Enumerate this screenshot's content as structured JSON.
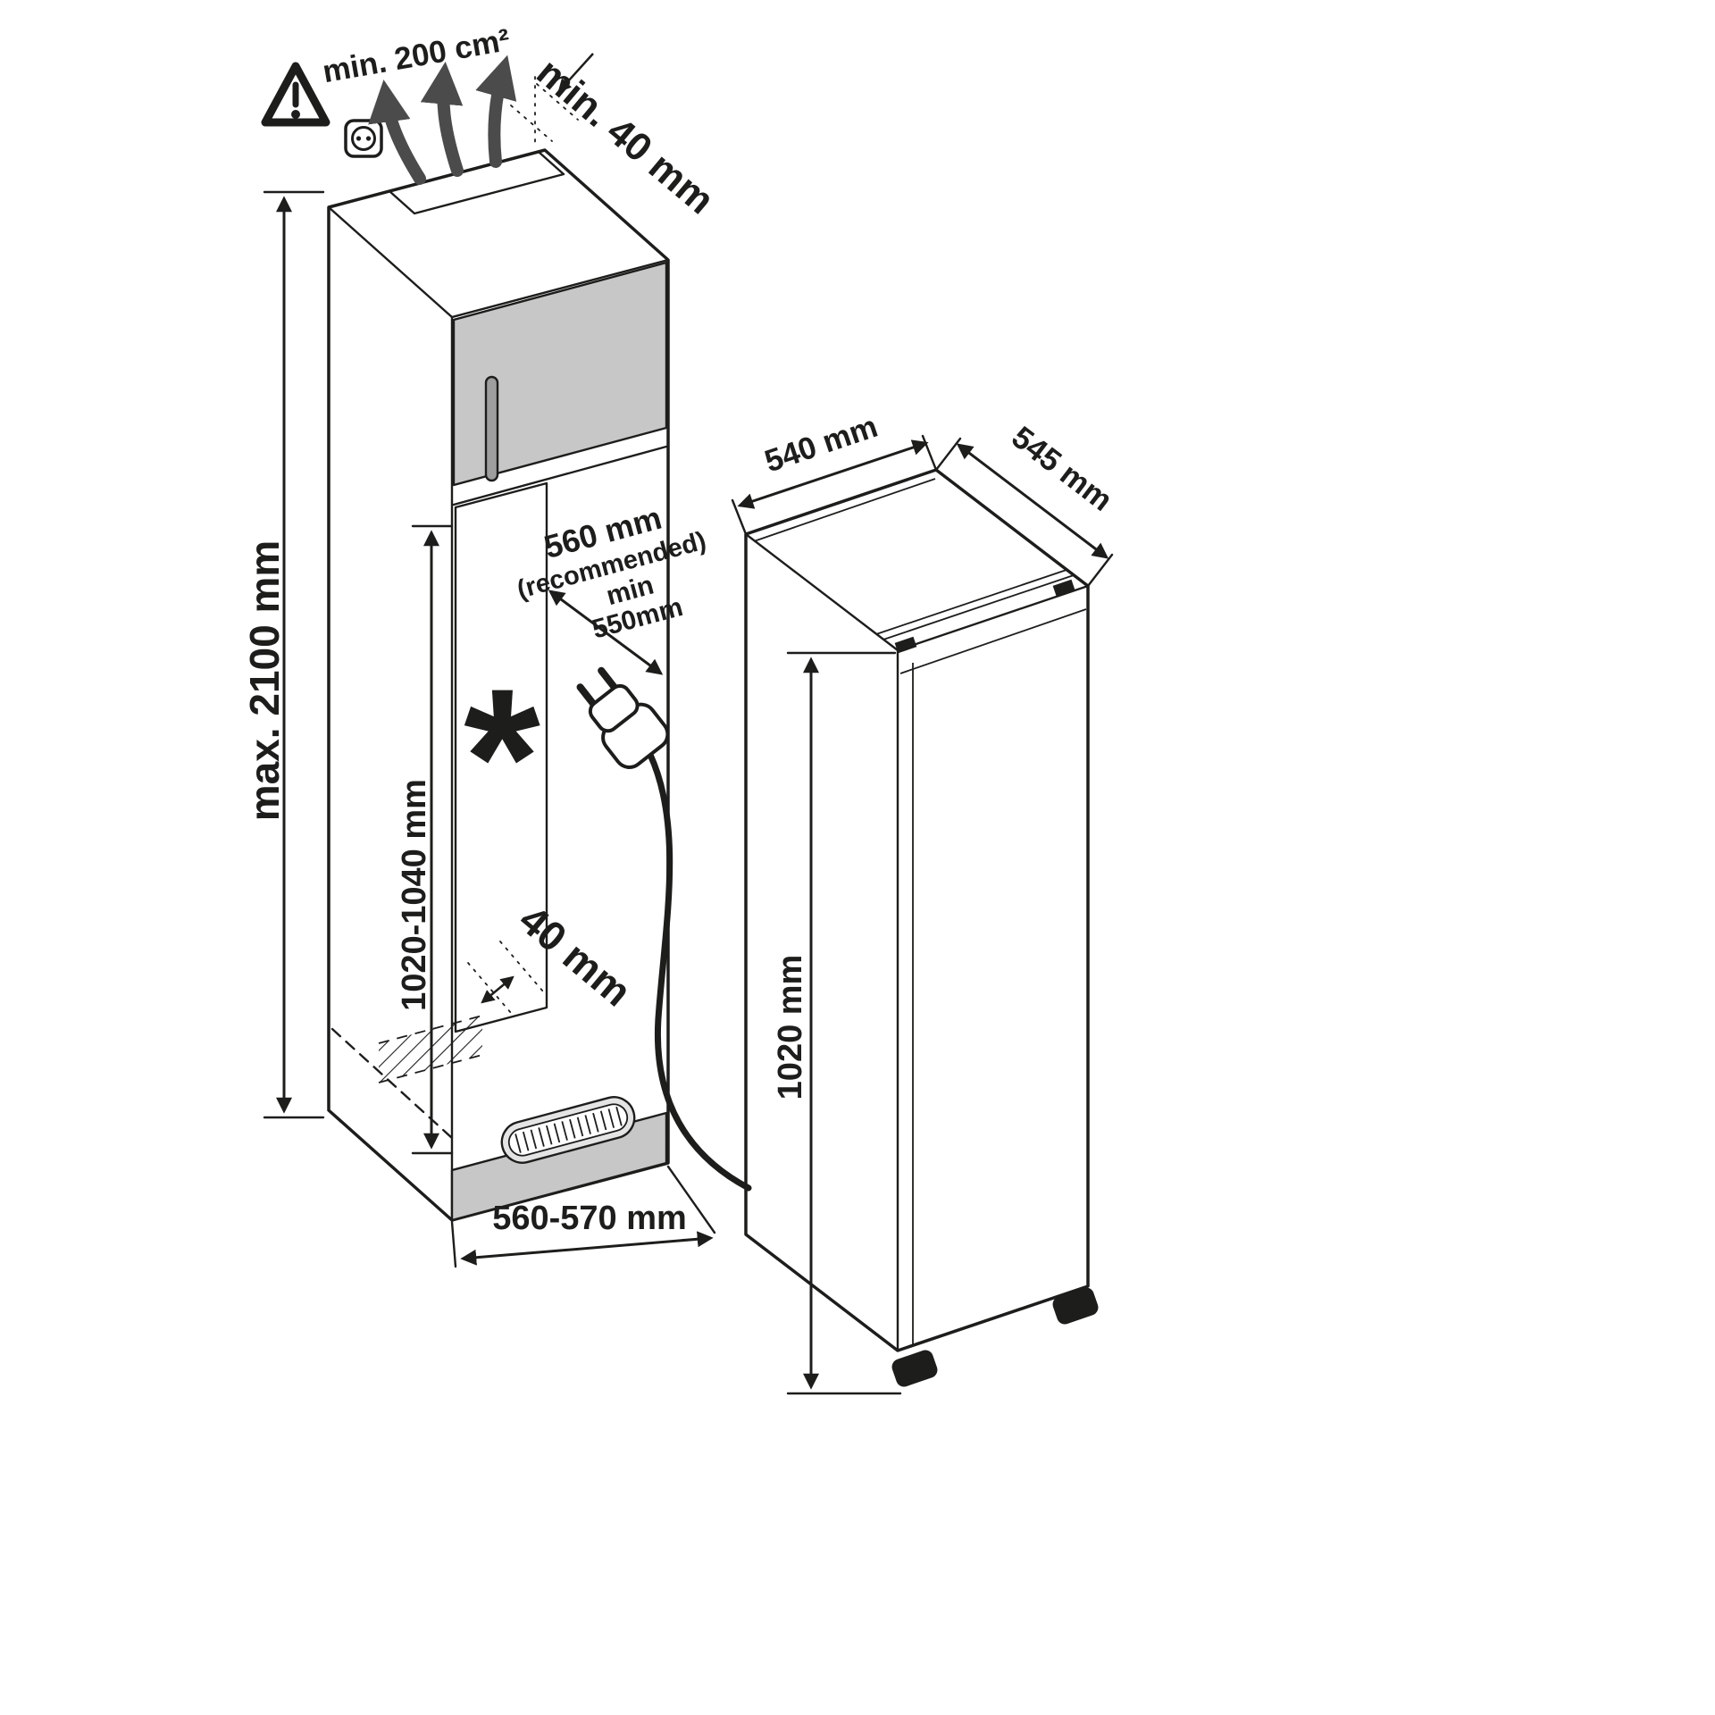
{
  "colors": {
    "line": "#1d1d1b",
    "panel": "#c7c7c7",
    "grille": "#e4e4e4",
    "handle": "#9e9e9e",
    "arrow": "#4b4b4b",
    "background": "#ffffff"
  },
  "niche": {
    "vent_area_label": "min. 200 cm²",
    "top_rear_gap_label": "min. 40 mm",
    "max_height_label": "max. 2100 mm",
    "depth_recommended_value": "560 mm",
    "depth_recommended_note": "(recommended)",
    "depth_min_line1": "min",
    "depth_min_line2": "550mm",
    "inner_height_label": "1020-1040 mm",
    "bottom_rear_gap_label": "40 mm",
    "width_label": "560-570 mm",
    "footnote_symbol": "*"
  },
  "appliance": {
    "width_label": "540 mm",
    "depth_label": "545 mm",
    "height_label": "1020 mm"
  }
}
